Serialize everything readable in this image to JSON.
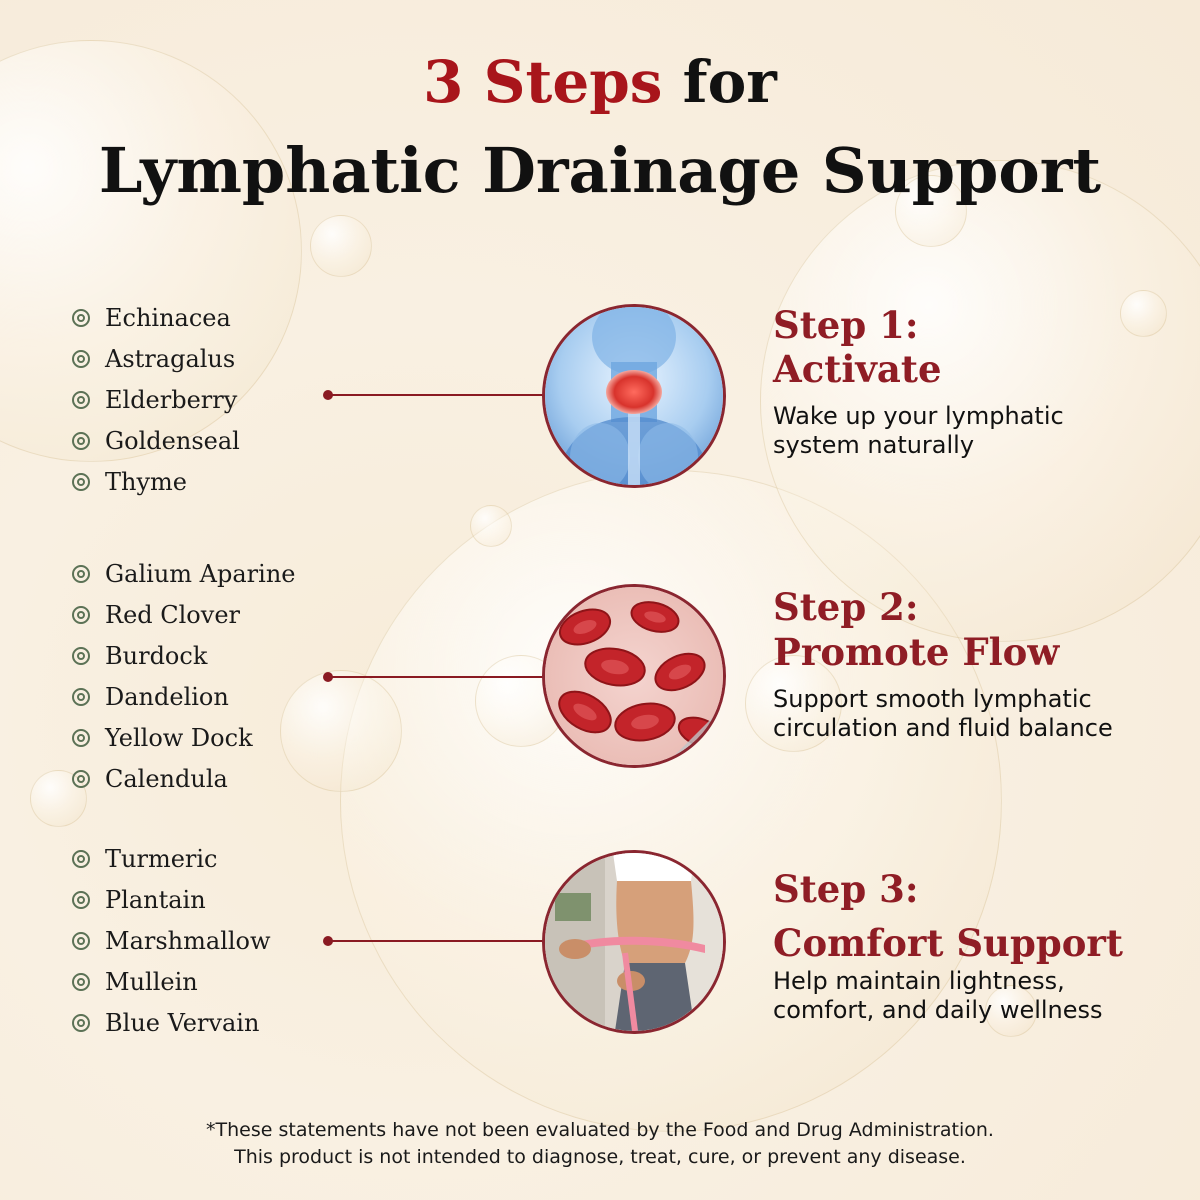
{
  "header": {
    "accent": "3 Steps",
    "title_rest": "for",
    "title_line2": "Lymphatic Drainage Support"
  },
  "herb_groups": [
    [
      "Echinacea",
      "Astragalus",
      "Elderberry",
      "Goldenseal",
      "Thyme"
    ],
    [
      "Galium Aparine",
      "Red Clover",
      "Burdock",
      "Dandelion",
      "Yellow Dock",
      "Calendula"
    ],
    [
      "Turmeric",
      "Plantain",
      "Marshmallow",
      "Mullein",
      "Blue Vervain"
    ]
  ],
  "steps": [
    {
      "label": "Step 1:",
      "name": "Activate",
      "desc_line1": "Wake up your lymphatic",
      "desc_line2": "system naturally",
      "image_icon": "throat-lymph-icon"
    },
    {
      "label": "Step 2:",
      "name": "Promote Flow",
      "desc_line1": "Support smooth lymphatic",
      "desc_line2": "circulation and fluid balance",
      "image_icon": "blood-cells-icon"
    },
    {
      "label": "Step 3:",
      "name": "Comfort Support",
      "desc_line1": "Help maintain lightness,",
      "desc_line2": "comfort, and daily wellness",
      "image_icon": "waist-measure-icon"
    }
  ],
  "disclaimer": {
    "line1": "*These statements have not been evaluated by the Food and Drug Administration.",
    "line2": "This product is not intended to diagnose, treat, cure, or prevent any disease."
  },
  "colors": {
    "accent_red": "#a8151b",
    "step_red": "#8f1d25",
    "connector": "#8a1a22",
    "bullet_green": "#5c7256",
    "background": "#f8eedf"
  }
}
